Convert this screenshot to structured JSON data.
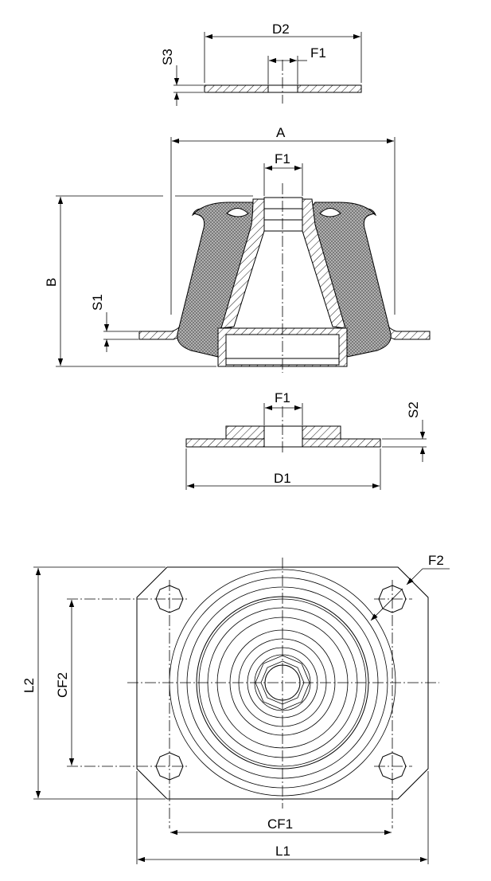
{
  "labels": {
    "d2": "D2",
    "s3": "S3",
    "f1_washer": "F1",
    "a": "A",
    "f1_mount": "F1",
    "b": "B",
    "s1": "S1",
    "f1_base": "F1",
    "s2": "S2",
    "d1": "D1",
    "f2": "F2",
    "l2": "L2",
    "cf2": "CF2",
    "cf1": "CF1",
    "l1": "L1"
  }
}
